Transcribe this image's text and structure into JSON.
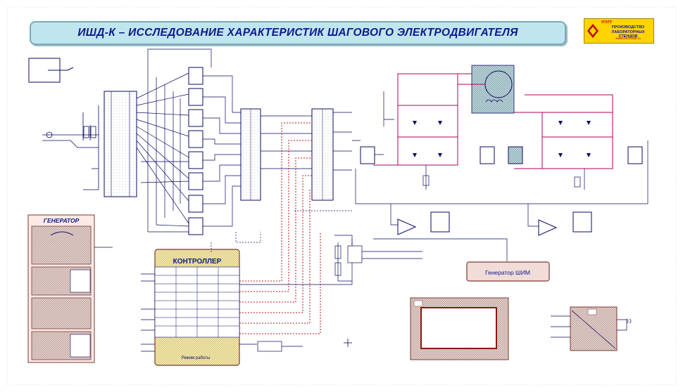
{
  "title": "ИШД-К – ИССЛЕДОВАНИЕ ХАРАКТЕРИСТИК ШАГОВОГО ЭЛЕКТРОДВИГАТЕЛЯ",
  "logo": {
    "line1": "УГАТУ",
    "line2a": "ПРОИЗВОДСТВО",
    "line2b": "ЛАБОРАТОРНЫХ СТЕНДОВ",
    "line3": "www.electrolab.ru"
  },
  "blocks": {
    "generator": "ГЕНЕРАТОР",
    "controller": "КОНТРОЛЛЕР",
    "pwm_generator": "Генератор ШИМ",
    "mode": "Режим работы"
  },
  "colors": {
    "wire": "#0a0a66",
    "power": "#b0005a",
    "signal": "#c01010",
    "hatch": "#c9a9a2",
    "controller_fill": "#f7efb4",
    "pwm_fill": "#f1dcd8"
  }
}
